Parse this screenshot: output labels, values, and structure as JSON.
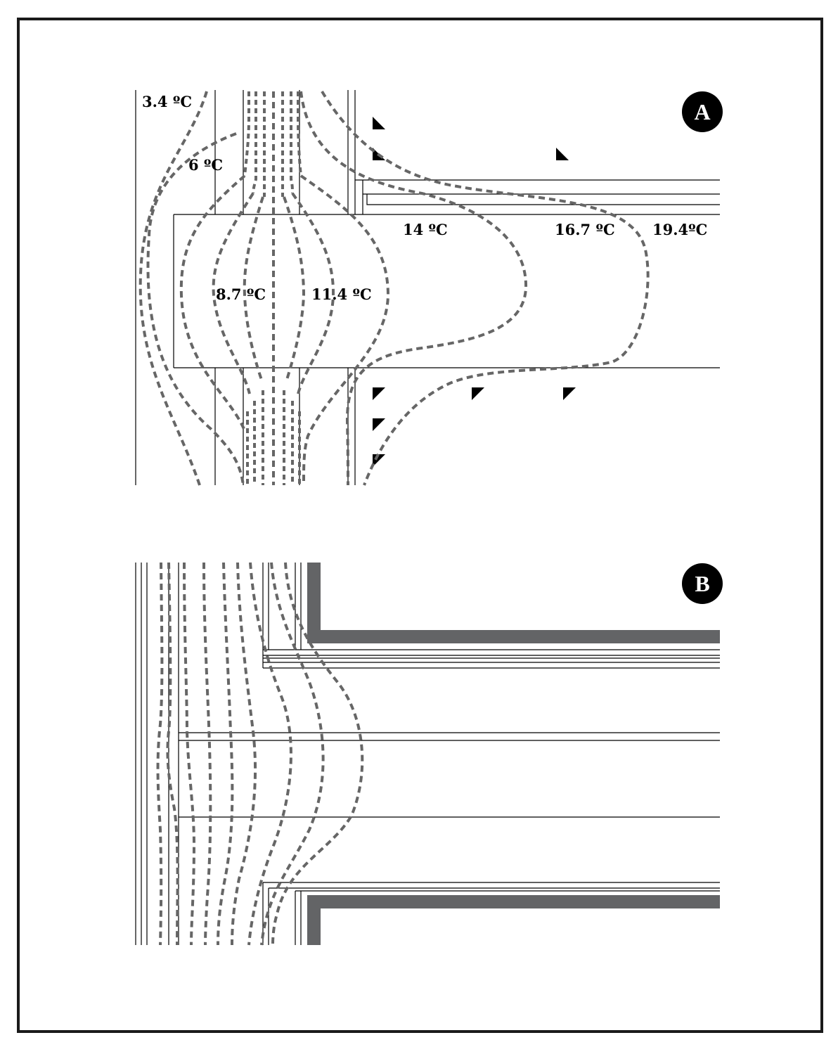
{
  "panelA": {
    "badge": "A",
    "labels": {
      "t1": "3.4 ºC",
      "t2": "6 ºC",
      "t3": "8.7 ºC",
      "t4": "11.4 ºC",
      "t5": "14 ºC",
      "t6": "16.7 ºC",
      "t7": "19.4ºC"
    }
  },
  "panelB": {
    "badge": "B"
  },
  "colors": {
    "isotherm": "#666666",
    "insulation": "#636466",
    "line": "#000000",
    "badge": "#000000"
  }
}
